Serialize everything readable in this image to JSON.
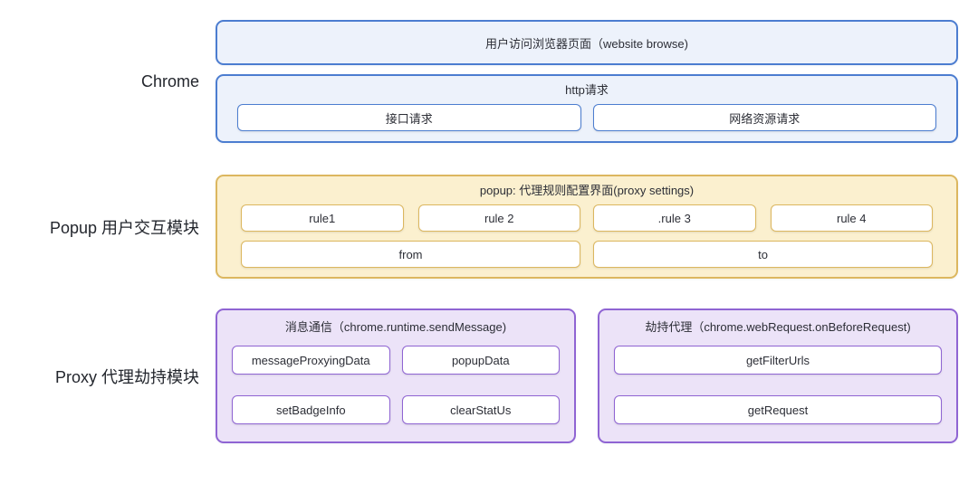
{
  "sections": {
    "chrome": {
      "label": "Chrome",
      "browse_box_label": "用户访问浏览器页面（website browse)",
      "http_group": {
        "title": "http请求",
        "items": [
          "接口请求",
          "网络资源请求"
        ]
      }
    },
    "popup": {
      "label": "Popup 用户交互模块",
      "title": "popup: 代理规则配置界面(proxy settings)",
      "rules": [
        "rule1",
        "rule 2",
        ".rule 3",
        "rule 4"
      ],
      "from_label": "from",
      "to_label": "to"
    },
    "proxy": {
      "label": "Proxy 代理劫持模块",
      "message_group": {
        "title": "消息通信（chrome.runtime.sendMessage)",
        "items": [
          "messageProxyingData",
          "popupData",
          "setBadgeInfo",
          "clearStatUs"
        ]
      },
      "hijack_group": {
        "title": "劫持代理（chrome.webRequest.onBeforeRequest)",
        "items": [
          "getFilterUrls",
          "getRequest"
        ]
      }
    }
  },
  "colors": {
    "blue_border": "#4c7dd0",
    "blue_fill": "#edf2fb",
    "yellow_border": "#dcb75f",
    "yellow_fill": "#fbf0cf",
    "purple_border": "#8f64d3",
    "purple_fill": "#ece3f8",
    "inner_fill": "#ffffff",
    "text": "#2c2e36"
  }
}
